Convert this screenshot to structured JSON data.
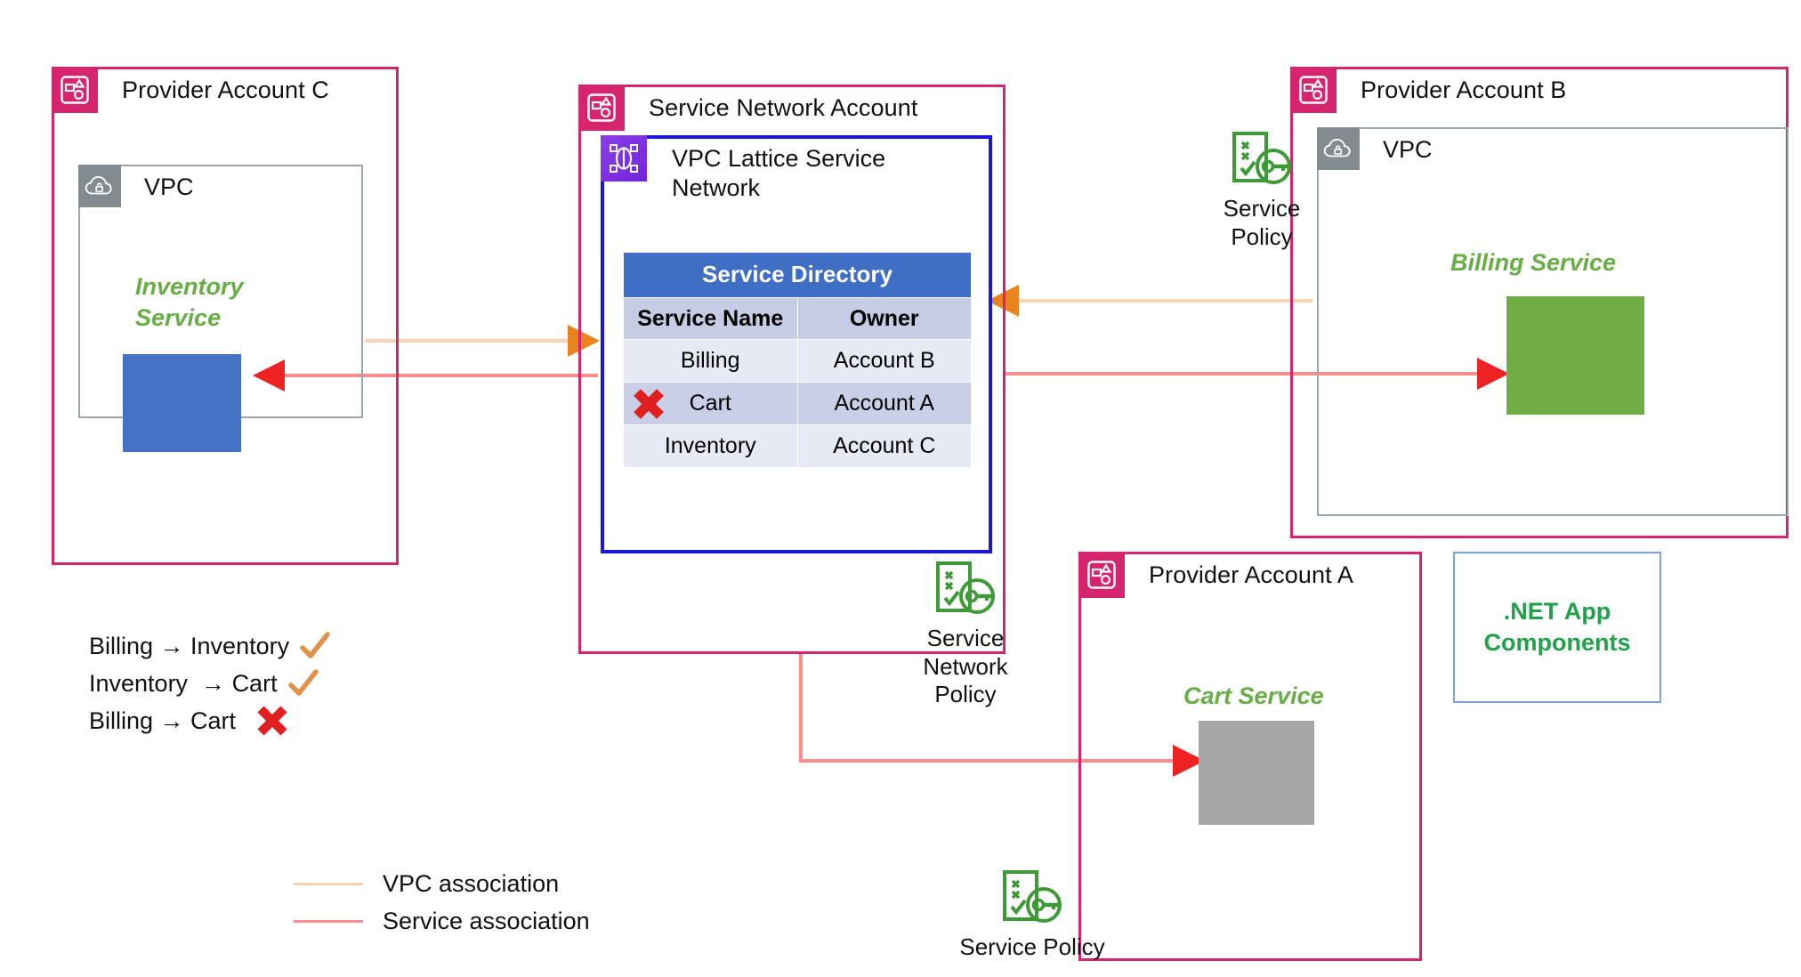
{
  "diagram": {
    "title": "AWS VPC Lattice cross-account service network architecture"
  },
  "accounts": {
    "provider_c": {
      "title": "Provider Account C",
      "badge_icon": "aws-account-icon",
      "vpc": {
        "title": "VPC",
        "badge_icon": "vpc-cloud-lock-icon",
        "service_label": "Inventory\nService",
        "service_label_line1": "Inventory",
        "service_label_line2": "Service",
        "service_color": "#4472C4"
      }
    },
    "service_network": {
      "title": "Service Network Account",
      "badge_icon": "aws-account-icon",
      "lattice": {
        "title": "VPC Lattice Service Network",
        "title_line1": "VPC Lattice Service",
        "title_line2": "Network",
        "badge_icon": "vpc-lattice-icon",
        "border_color": "#1A18D6"
      }
    },
    "provider_b": {
      "title": "Provider Account B",
      "badge_icon": "aws-account-icon",
      "vpc": {
        "title": "VPC",
        "badge_icon": "vpc-cloud-lock-icon",
        "service_label": "Billing Service",
        "service_color": "#6FAE45"
      }
    },
    "provider_a": {
      "title": "Provider Account A",
      "badge_icon": "aws-account-icon",
      "service_label": "Cart Service",
      "service_color": "#A6A6A6"
    }
  },
  "service_directory": {
    "title": "Service Directory",
    "columns": [
      "Service Name",
      "Owner"
    ],
    "rows": [
      {
        "service_name": "Billing",
        "owner": "Account B",
        "blocked": false
      },
      {
        "service_name": "Cart",
        "owner": "Account A",
        "blocked": true
      },
      {
        "service_name": "Inventory",
        "owner": "Account C",
        "blocked": false
      }
    ],
    "header_color": "#3F6FC4",
    "blocked_marker": "red-x-icon"
  },
  "policies": [
    {
      "id": "service-policy-b",
      "icon": "policy-key-icon",
      "line1": "Service",
      "line2": "Policy",
      "line3": ""
    },
    {
      "id": "service-network-policy",
      "icon": "policy-key-icon",
      "line1": "Service",
      "line2": "Network",
      "line3": "Policy"
    },
    {
      "id": "service-policy-a",
      "icon": "policy-key-icon",
      "line1": "Service Policy",
      "line2": "",
      "line3": ""
    }
  ],
  "rules": {
    "items": [
      {
        "text": "Billing → Inventory",
        "mark": "check",
        "mark_color": "#E0924A"
      },
      {
        "text": "Inventory  → Cart",
        "mark": "check",
        "mark_color": "#E0924A"
      },
      {
        "text": "Billing → Cart",
        "mark": "cross",
        "mark_color": "#E02020"
      }
    ]
  },
  "legend": {
    "items": [
      {
        "label": "VPC association",
        "color": "#FBD4B6"
      },
      {
        "label": "Service association",
        "color": "#F98C8C"
      }
    ]
  },
  "net_components": {
    "line1": ".NET App",
    "line2": "Components",
    "text_color": "#22A14B",
    "border_color": "#7BA3D6"
  },
  "colors": {
    "account_pink": "#D6246E",
    "vpc_grey": "#838A90",
    "lattice_purple": "#7224D9",
    "lattice_blue_border": "#1A18D6",
    "vpc_association_line": "#FBD4B6",
    "service_association_line": "#F98C8C",
    "vpc_arrow_head": "#E8841F",
    "service_arrow_head": "#EE2222",
    "green_text": "#67AE44"
  }
}
